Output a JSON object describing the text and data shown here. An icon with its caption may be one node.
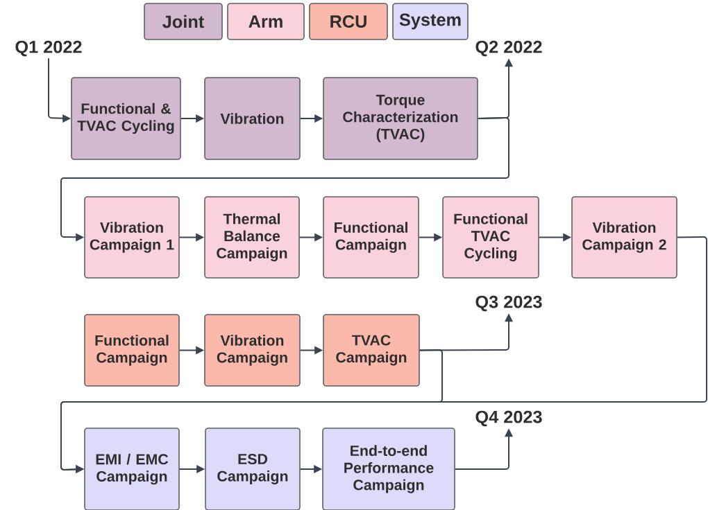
{
  "diagram": {
    "nodes": [
      {
        "text": [
          "Q1 2022"
        ]
      },
      {
        "text": [
          "Functional & TVAC Cycling"
        ]
      },
      {
        "text": [
          "Vibration"
        ]
      },
      {
        "text": [
          "Torque Characterization (TVAC)"
        ]
      },
      {
        "text": [
          "Q2 2022"
        ]
      },
      {
        "text": [
          "Vibration Campaign 1"
        ]
      },
      {
        "text": [
          "Thermal Balance Campaign"
        ]
      },
      {
        "text": [
          "Functional Campaign"
        ]
      },
      {
        "text": [
          "Functional TVAC Cycling"
        ]
      },
      {
        "text": [
          "Vibration Campaign 2"
        ]
      },
      {
        "text": [
          "Functional Campaign"
        ]
      },
      {
        "text": [
          "Vibration Campaign"
        ]
      },
      {
        "text": [
          "TVAC Campaign"
        ]
      },
      {
        "text": [
          "Q3 2023"
        ]
      },
      {
        "text": [
          "EMI / EMC Campaign"
        ]
      },
      {
        "text": [
          "ESD Campaign"
        ]
      },
      {
        "text": [
          "End-to-end Performance Campaign"
        ]
      },
      {
        "text": [
          "Q4 2023"
        ]
      }
    ],
    "edges": [
      {
        "from": 0,
        "to": 1,
        "arrow": "to"
      },
      {
        "from": 1,
        "to": 2,
        "arrow": "to"
      },
      {
        "from": 2,
        "to": 3,
        "arrow": "to"
      },
      {
        "from": 3,
        "to": 4,
        "arrow": "to"
      },
      {
        "from": 3,
        "to": 5,
        "arrow": "to"
      },
      {
        "from": 5,
        "to": 6,
        "arrow": "to"
      },
      {
        "from": 6,
        "to": 7,
        "arrow": "to"
      },
      {
        "from": 7,
        "to": 8,
        "arrow": "to"
      },
      {
        "from": 8,
        "to": 9,
        "arrow": "to"
      },
      {
        "from": 9,
        "to": 14,
        "arrow": "to"
      },
      {
        "from": 10,
        "to": 11,
        "arrow": "to"
      },
      {
        "from": 11,
        "to": 12,
        "arrow": "to"
      },
      {
        "from": 12,
        "to": 13,
        "arrow": "to"
      },
      {
        "from": 12,
        "to": 14,
        "arrow": "to"
      },
      {
        "from": 14,
        "to": 15,
        "arrow": "to"
      },
      {
        "from": 15,
        "to": 16,
        "arrow": "to"
      },
      {
        "from": 16,
        "to": 17,
        "arrow": "to"
      }
    ],
    "legend": [
      {
        "text": "Joint",
        "color": "#d3b9d0"
      },
      {
        "text": "Arm",
        "color": "#f9d2dc"
      },
      {
        "text": "RCU",
        "color": "#fbb9ac"
      },
      {
        "text": "System",
        "color": "#dcdcfa"
      }
    ]
  }
}
